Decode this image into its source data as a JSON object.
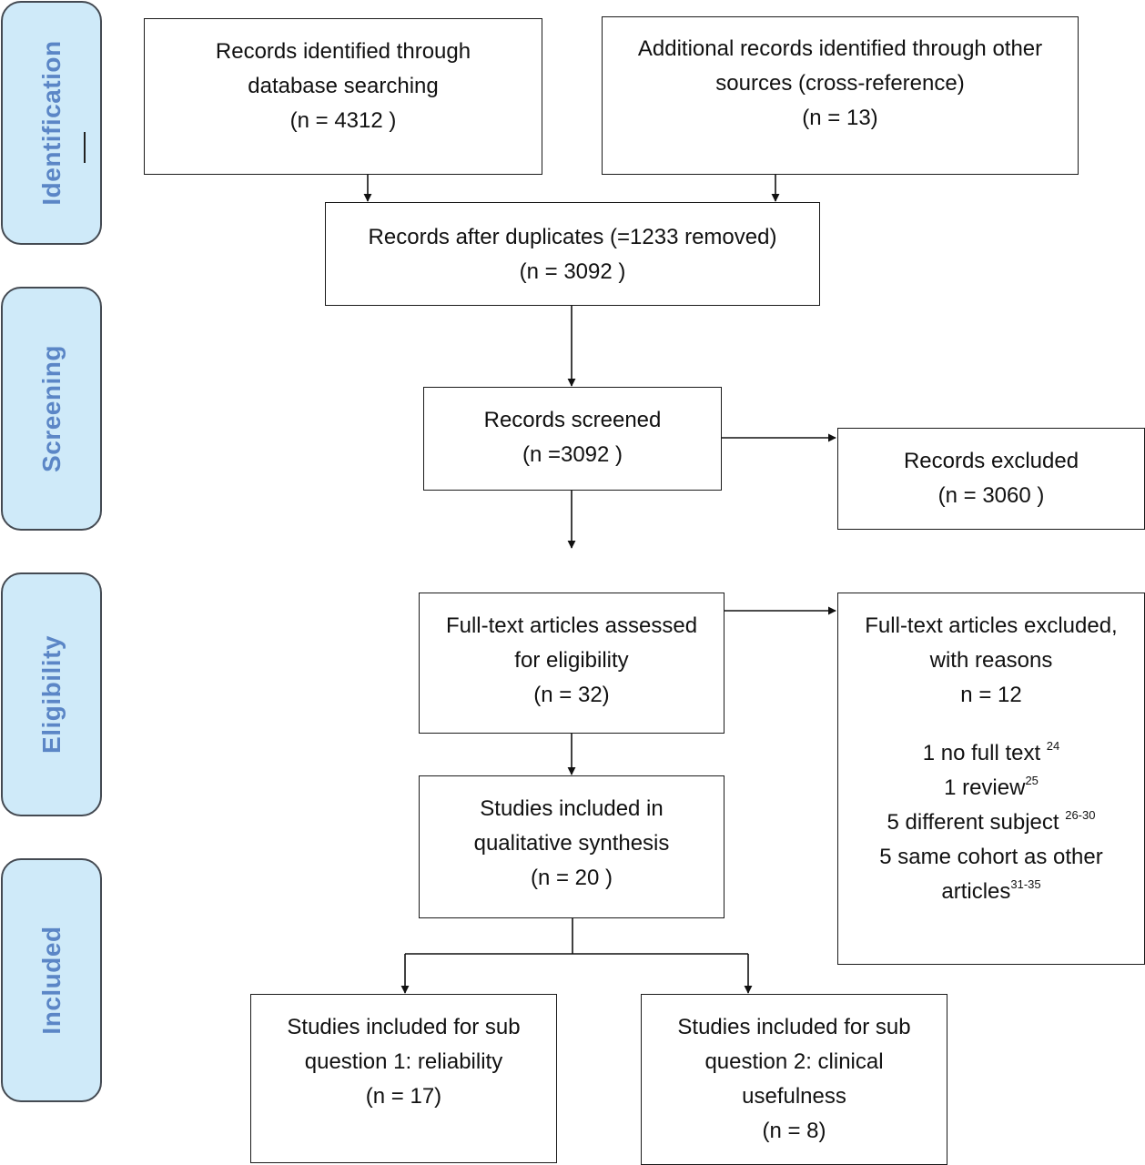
{
  "phases": {
    "identification": "Identification",
    "screening": "Screening",
    "eligibility": "Eligibility",
    "included": "Included"
  },
  "boxes": {
    "db_search": [
      "Records identified through",
      "database searching",
      "(n = 4312 )"
    ],
    "other_sources": [
      "Additional records identified through other",
      "sources (cross-reference)",
      "(n = 13)"
    ],
    "after_duplicates": [
      "Records after duplicates (=1233 removed)",
      "(n = 3092  )"
    ],
    "screened": [
      "Records screened",
      "(n =3092 )"
    ],
    "excluded": [
      "Records excluded",
      "(n = 3060   )"
    ],
    "fulltext_assessed": [
      "Full-text articles assessed",
      "for eligibility",
      "(n = 32)"
    ],
    "fulltext_excluded": {
      "header": [
        "Full-text articles excluded,",
        "with reasons",
        "n = 12"
      ],
      "reasons": [
        {
          "text": "1 no full text ",
          "ref": "24"
        },
        {
          "text": "1 review",
          "ref": "25"
        },
        {
          "text": "5 different subject ",
          "ref": "26-30"
        },
        {
          "text": "5 same cohort as other",
          "ref": ""
        },
        {
          "text": "articles",
          "ref": "31-35"
        }
      ]
    },
    "qualitative": [
      "Studies included in",
      "qualitative synthesis",
      "(n = 20   )"
    ],
    "subq1": [
      "Studies included for sub",
      "question 1: reliability",
      "(n = 17)"
    ],
    "subq2": [
      "Studies included for sub",
      "question 2: clinical",
      "usefulness",
      "(n = 8)"
    ]
  }
}
